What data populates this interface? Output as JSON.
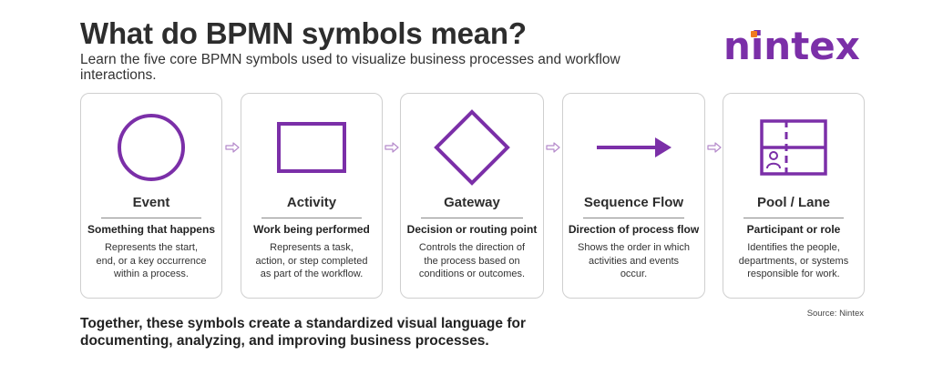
{
  "header": {
    "title": "What do BPMN symbols mean?",
    "subtitle": "Learn the five core BPMN symbols used to visualize business processes and workflow interactions."
  },
  "logo": {
    "text": "nintex",
    "color": "#7b2fa8",
    "dot_color": "#f07b1f"
  },
  "accent_color": "#7b2fa8",
  "cards": [
    {
      "icon": "circle-icon",
      "name": "Event",
      "subtitle": "Something that happens",
      "description": "Represents the start, end, or a key occurrence within a process."
    },
    {
      "icon": "rectangle-icon",
      "name": "Activity",
      "subtitle": "Work being performed",
      "description": "Represents a task, action, or step completed as part of the workflow."
    },
    {
      "icon": "diamond-icon",
      "name": "Gateway",
      "subtitle": "Decision or routing point",
      "description": "Controls the direction of the process based on conditions or outcomes."
    },
    {
      "icon": "right-arrow-icon",
      "name": "Sequence Flow",
      "subtitle": "Direction of process flow",
      "description": "Shows the order in which activities and events occur."
    },
    {
      "icon": "pool-lane-icon",
      "name": "Pool / Lane",
      "subtitle": "Participant or role",
      "description": "Identifies the people, departments, or systems responsible for work."
    }
  ],
  "footer": {
    "summary": "Together, these symbols create a standardized visual language for documenting, analyzing, and improving business processes.",
    "source": "Source: Nintex"
  }
}
